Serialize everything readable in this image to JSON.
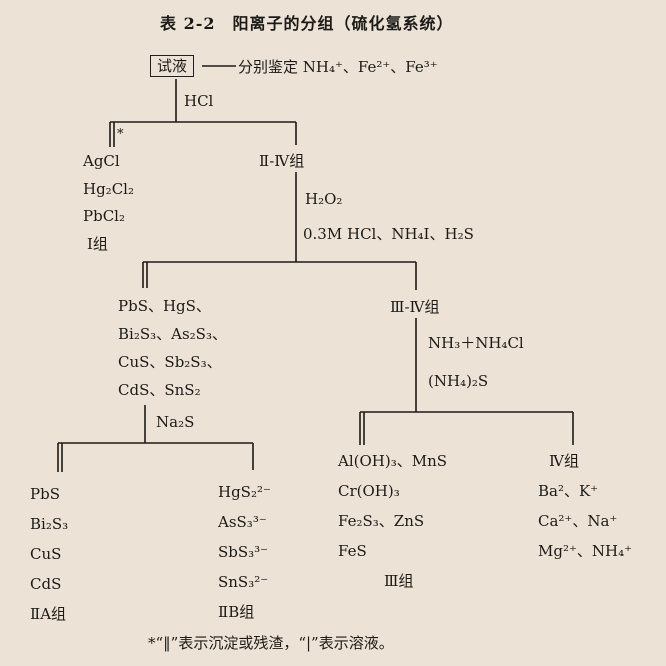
{
  "title": "表 2-2　阳离子的分组（硫化氢系统）",
  "start": {
    "box": "试液",
    "side": "分别鉴定 NH₄⁺、Fe²⁺、Fe³⁺"
  },
  "reagent_1": "HCl",
  "marker_star": "*",
  "group1": {
    "items": [
      "AgCl",
      "Hg₂Cl₂",
      "PbCl₂"
    ],
    "label": "Ⅰ组"
  },
  "group2_4_label": "Ⅱ-Ⅳ组",
  "reagent_2": [
    "H₂O₂",
    "0.3M HCl、NH₄I、H₂S"
  ],
  "group2_ppt": [
    "PbS、HgS、",
    "Bi₂S₃、As₂S₃、",
    "CuS、Sb₂S₃、",
    "CdS、SnS₂"
  ],
  "group3_4_label": "Ⅲ-Ⅳ组",
  "reagent_3": [
    "NH₃＋NH₄Cl",
    "(NH₄)₂S"
  ],
  "reagent_4": "Na₂S",
  "group2a": {
    "items": [
      "PbS",
      "Bi₂S₃",
      "CuS",
      "CdS"
    ],
    "label": "ⅡA组"
  },
  "group2b": {
    "items": [
      "HgS₂²⁻",
      "AsS₃³⁻",
      "SbS₃³⁻",
      "SnS₃²⁻"
    ],
    "label": "ⅡB组"
  },
  "group3": {
    "items": [
      "Al(OH)₃、MnS",
      "Cr(OH)₃",
      "Fe₂S₃、ZnS",
      "FeS"
    ],
    "label": "Ⅲ组"
  },
  "group4": {
    "label": "Ⅳ组",
    "items": [
      "Ba²、K⁺",
      "Ca²⁺、Na⁺",
      "Mg²⁺、NH₄⁺"
    ]
  },
  "footnote": "*“‖”表示沉淀或残渣，“|”表示溶液。"
}
